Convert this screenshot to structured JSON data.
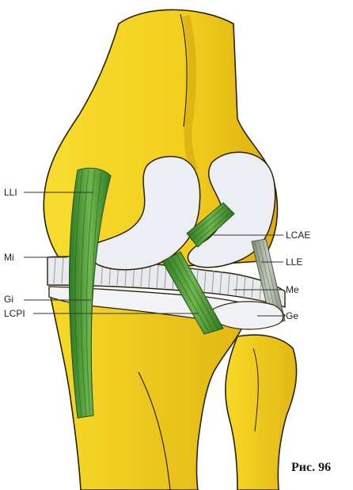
{
  "labels": {
    "lli": "LLI",
    "mi": "Mi",
    "gi": "Gi",
    "lcpi": "LCPI",
    "lcae": "LCAE",
    "lle": "LLE",
    "me": "Me",
    "ge": "Ge"
  },
  "figure_caption": "Рис. 96",
  "colors": {
    "bone": "#f4d21e",
    "bone_shadow": "#d9a90f",
    "bone_outline": "#2a2205",
    "cartilage": "#eeeff3",
    "ligament_green": "#3e8f2c",
    "ligament_gray": "#8f9c88"
  }
}
